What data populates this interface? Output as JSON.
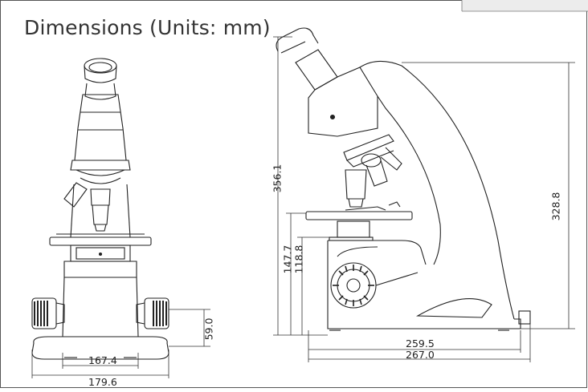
{
  "title": "Dimensions (Units: mm)",
  "front_view": {
    "height_label": "59.0",
    "inner_width_label": "167.4",
    "outer_width_label": "179.6"
  },
  "side_view": {
    "total_height_label": "356.1",
    "arm_height_label": "328.8",
    "stage_height_label": "147.7",
    "base_height_label": "118.8",
    "inner_length_label": "259.5",
    "outer_length_label": "267.0"
  }
}
